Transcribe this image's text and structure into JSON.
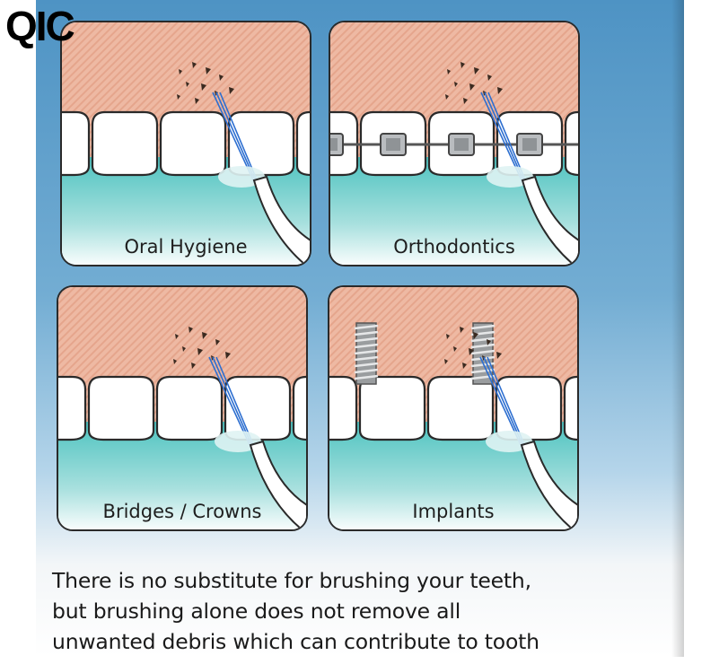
{
  "brand": "QIC",
  "panels": [
    {
      "label": "Oral Hygiene",
      "scene": "plain"
    },
    {
      "label": "Orthodontics",
      "scene": "braces"
    },
    {
      "label": "Bridges / Crowns",
      "scene": "plain"
    },
    {
      "label": "Implants",
      "scene": "implants"
    }
  ],
  "caption": {
    "lines": [
      "There is no substitute for brushing your teeth,",
      "but brushing alone does not remove all",
      "unwanted debris which can contribute to tooth"
    ]
  },
  "colors": {
    "gum": "#eeb9a3",
    "gum_stripe": "#e5a58c",
    "water": "#4ec3c0",
    "box_blue": "#5a9bcb",
    "tooth": "#ffffff",
    "outline": "#2a2a2a",
    "debris": "#3a2a20",
    "jet": "#2e6fd0"
  }
}
